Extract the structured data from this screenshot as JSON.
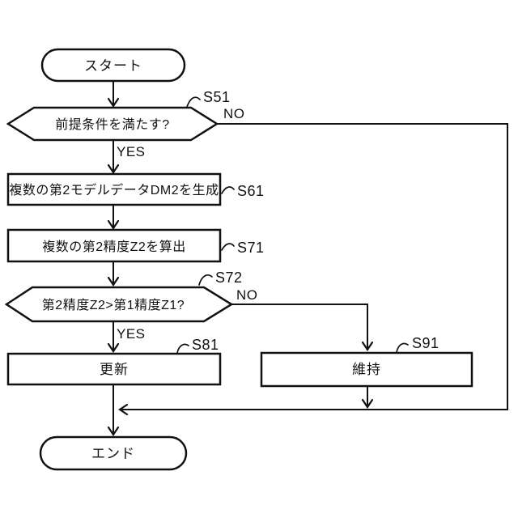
{
  "diagram": {
    "background_color": "#ffffff",
    "line_color": "#111111",
    "nodes": {
      "start": {
        "type": "terminal",
        "label": "スタート"
      },
      "precondition": {
        "type": "decision",
        "label": "前提条件を満たす?",
        "ref": "S51",
        "yes": "YES",
        "no": "NO"
      },
      "generate": {
        "type": "process",
        "label": "複数の第2モデルデータDM2を生成",
        "ref": "S61"
      },
      "calculate": {
        "type": "process",
        "label": "複数の第2精度Z2を算出",
        "ref": "S71"
      },
      "compare": {
        "type": "decision",
        "label": "第2精度Z2>第1精度Z1?",
        "ref": "S72",
        "yes": "YES",
        "no": "NO"
      },
      "update": {
        "type": "process",
        "label": "更新",
        "ref": "S81"
      },
      "keep": {
        "type": "process",
        "label": "維持",
        "ref": "S91"
      },
      "end": {
        "type": "terminal",
        "label": "エンド"
      }
    }
  }
}
